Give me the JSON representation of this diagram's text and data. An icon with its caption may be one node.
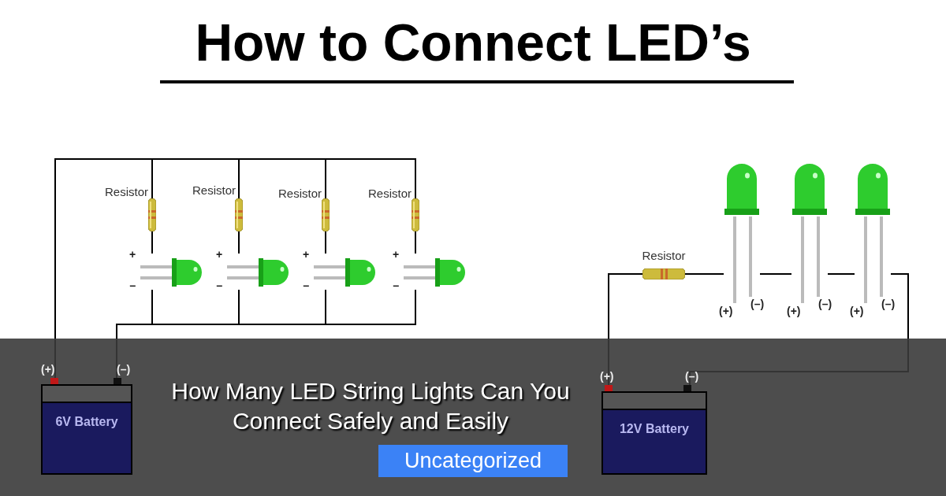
{
  "diagram": {
    "title": "How to Connect LED’s",
    "nodes": [
      {
        "text": [
          "6V Battery"
        ],
        "beside": [
          "(+)",
          "(–)"
        ]
      },
      {
        "text": [],
        "shape": "picture",
        "beside": [
          "Resistor"
        ]
      },
      {
        "text": [],
        "shape": "picture",
        "beside": [
          "Resistor"
        ]
      },
      {
        "text": [],
        "shape": "picture",
        "beside": [
          "Resistor"
        ]
      },
      {
        "text": [],
        "shape": "picture",
        "beside": [
          "Resistor"
        ]
      },
      {
        "text": [],
        "shape": "picture",
        "beside": [
          "+",
          "−"
        ]
      },
      {
        "text": [],
        "shape": "picture",
        "beside": [
          "+",
          "−"
        ]
      },
      {
        "text": [],
        "shape": "picture",
        "beside": [
          "+",
          "−"
        ]
      },
      {
        "text": [],
        "shape": "picture",
        "beside": [
          "+",
          "−"
        ]
      },
      {
        "text": [],
        "shape": "picture",
        "beside": [
          "Resistor"
        ]
      },
      {
        "text": [],
        "shape": "picture",
        "beside": [
          "(+)",
          "(–)"
        ]
      },
      {
        "text": [],
        "shape": "picture",
        "beside": [
          "(+)",
          "(–)"
        ]
      },
      {
        "text": [],
        "shape": "picture",
        "beside": [
          "(+)",
          "(–)"
        ]
      },
      {
        "text": [
          "12V Battery"
        ],
        "beside": [
          "(+)",
          "(–)"
        ]
      }
    ],
    "edges": [
      {
        "from": 0,
        "to": 1,
        "arrow": "none"
      },
      {
        "from": 0,
        "to": 2,
        "arrow": "none"
      },
      {
        "from": 0,
        "to": 3,
        "arrow": "none"
      },
      {
        "from": 0,
        "to": 4,
        "arrow": "none"
      },
      {
        "from": 1,
        "to": 5,
        "arrow": "none"
      },
      {
        "from": 2,
        "to": 6,
        "arrow": "none"
      },
      {
        "from": 3,
        "to": 7,
        "arrow": "none"
      },
      {
        "from": 4,
        "to": 8,
        "arrow": "none"
      },
      {
        "from": 5,
        "to": 0,
        "arrow": "none"
      },
      {
        "from": 6,
        "to": 0,
        "arrow": "none"
      },
      {
        "from": 7,
        "to": 0,
        "arrow": "none"
      },
      {
        "from": 8,
        "to": 0,
        "arrow": "none"
      },
      {
        "from": 13,
        "to": 9,
        "arrow": "none"
      },
      {
        "from": 9,
        "to": 10,
        "arrow": "none"
      },
      {
        "from": 10,
        "to": 11,
        "arrow": "none"
      },
      {
        "from": 11,
        "to": 12,
        "arrow": "none"
      },
      {
        "from": 12,
        "to": 13,
        "arrow": "none"
      }
    ],
    "labels": [
      "How Many LED String Lights Can You Connect Safely and Easily",
      "Uncategorized"
    ]
  }
}
